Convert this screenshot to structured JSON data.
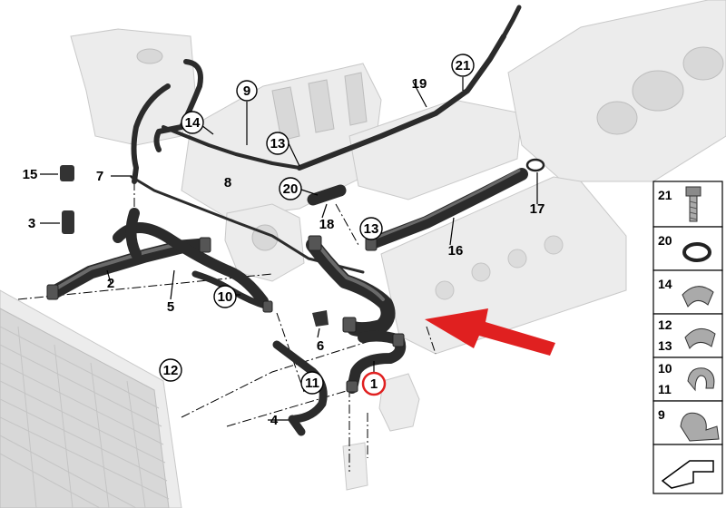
{
  "callouts": [
    {
      "id": "c1",
      "label": "1",
      "circled": true,
      "highlight": true
    },
    {
      "id": "c2",
      "label": "2",
      "circled": false
    },
    {
      "id": "c3",
      "label": "3",
      "circled": false
    },
    {
      "id": "c4",
      "label": "4",
      "circled": false
    },
    {
      "id": "c5",
      "label": "5",
      "circled": false
    },
    {
      "id": "c6",
      "label": "6",
      "circled": false
    },
    {
      "id": "c7",
      "label": "7",
      "circled": false
    },
    {
      "id": "c8",
      "label": "8",
      "circled": false
    },
    {
      "id": "c9",
      "label": "9",
      "circled": true
    },
    {
      "id": "c10",
      "label": "10",
      "circled": true
    },
    {
      "id": "c11",
      "label": "11",
      "circled": true
    },
    {
      "id": "c12",
      "label": "12",
      "circled": true
    },
    {
      "id": "c13a",
      "label": "13",
      "circled": true
    },
    {
      "id": "c13b",
      "label": "13",
      "circled": true
    },
    {
      "id": "c14",
      "label": "14",
      "circled": true
    },
    {
      "id": "c15",
      "label": "15",
      "circled": false
    },
    {
      "id": "c16",
      "label": "16",
      "circled": false
    },
    {
      "id": "c17",
      "label": "17",
      "circled": false
    },
    {
      "id": "c18",
      "label": "18",
      "circled": false
    },
    {
      "id": "c19",
      "label": "19",
      "circled": false
    },
    {
      "id": "c20",
      "label": "20",
      "circled": true
    },
    {
      "id": "c21",
      "label": "21",
      "circled": true
    }
  ],
  "side_panel": [
    {
      "labels": [
        "21"
      ],
      "icon": "bolt-icon"
    },
    {
      "labels": [
        "20"
      ],
      "icon": "o-ring-icon"
    },
    {
      "labels": [
        "14"
      ],
      "icon": "hose-clamp-icon"
    },
    {
      "labels": [
        "12",
        "13"
      ],
      "icon": "band-clamp-icon"
    },
    {
      "labels": [
        "10",
        "11"
      ],
      "icon": "spring-clip-icon"
    },
    {
      "labels": [
        "9"
      ],
      "icon": "double-clip-icon"
    },
    {
      "labels": [],
      "icon": "arrow-symbol-icon"
    }
  ],
  "colors": {
    "highlight": "#e02020",
    "hose": "#2b2b2b",
    "ghost": "#ececec"
  }
}
